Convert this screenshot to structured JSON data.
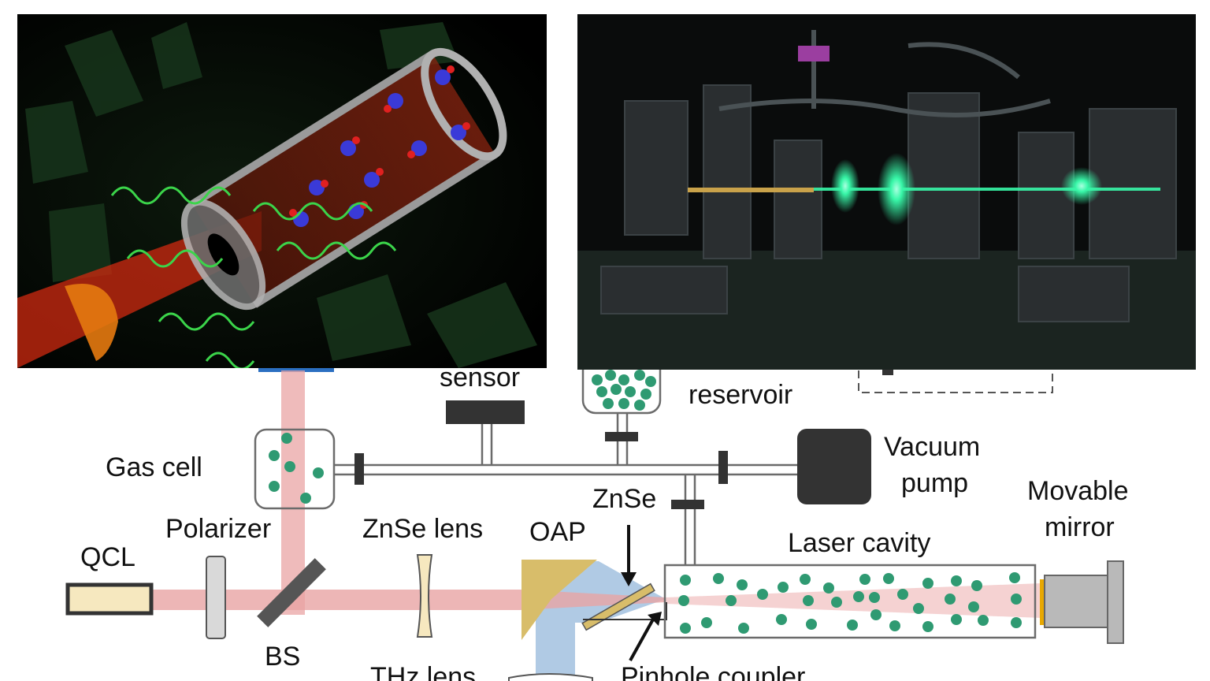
{
  "labels": {
    "sensor": "sensor",
    "reservoir": "reservoir",
    "gas_cell": "Gas cell",
    "vacuum_pump_line1": "Vacuum",
    "vacuum_pump_line2": "pump",
    "zinc_selenide": "ZnSe",
    "movable_mirror_line1": "Movable",
    "movable_mirror_line2": "mirror",
    "polarizer": "Polarizer",
    "znse_lens": "ZnSe lens",
    "oap": "OAP",
    "laser_cavity": "Laser cavity",
    "qcl": "QCL",
    "bs": "BS",
    "thz_lens": "THz lens",
    "pinhole_coupler": "Pinhole coupler"
  },
  "colors": {
    "ir_beam": "#e9a4a4",
    "thz_beam": "#8fb3d9",
    "molecule": "#2f9a72",
    "tube": "#6b6b6b",
    "mirror_gray": "#b9b9b9",
    "laser_green": "#38f7a8",
    "illustration_red": "#d02a10"
  }
}
